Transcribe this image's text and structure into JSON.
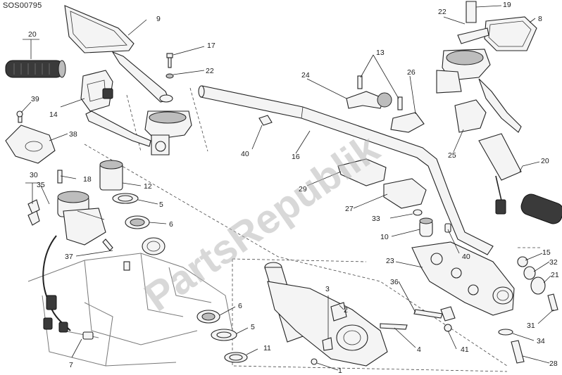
{
  "diagram_code": "SOS00795",
  "watermark": "PartsRepublik",
  "labels": [
    {
      "id": "l1",
      "text": "1"
    },
    {
      "id": "l2",
      "text": "2"
    },
    {
      "id": "l3",
      "text": "3"
    },
    {
      "id": "l4",
      "text": "4"
    },
    {
      "id": "l5a",
      "text": "5"
    },
    {
      "id": "l5b",
      "text": "5"
    },
    {
      "id": "l6a",
      "text": "6"
    },
    {
      "id": "l6b",
      "text": "6"
    },
    {
      "id": "l7",
      "text": "7"
    },
    {
      "id": "l8",
      "text": "8"
    },
    {
      "id": "l9",
      "text": "9"
    },
    {
      "id": "l10",
      "text": "10"
    },
    {
      "id": "l11",
      "text": "11"
    },
    {
      "id": "l12",
      "text": "12"
    },
    {
      "id": "l13",
      "text": "13"
    },
    {
      "id": "l14",
      "text": "14"
    },
    {
      "id": "l15",
      "text": "15"
    },
    {
      "id": "l16",
      "text": "16"
    },
    {
      "id": "l17",
      "text": "17"
    },
    {
      "id": "l18",
      "text": "18"
    },
    {
      "id": "l19",
      "text": "19"
    },
    {
      "id": "l20a",
      "text": "20"
    },
    {
      "id": "l20b",
      "text": "20"
    },
    {
      "id": "l21",
      "text": "21"
    },
    {
      "id": "l22a",
      "text": "22"
    },
    {
      "id": "l22b",
      "text": "22"
    },
    {
      "id": "l23",
      "text": "23"
    },
    {
      "id": "l24",
      "text": "24"
    },
    {
      "id": "l25",
      "text": "25"
    },
    {
      "id": "l26",
      "text": "26"
    },
    {
      "id": "l27",
      "text": "27"
    },
    {
      "id": "l28",
      "text": "28"
    },
    {
      "id": "l29",
      "text": "29"
    },
    {
      "id": "l30",
      "text": "30"
    },
    {
      "id": "l31",
      "text": "31"
    },
    {
      "id": "l32",
      "text": "32"
    },
    {
      "id": "l33",
      "text": "33"
    },
    {
      "id": "l34",
      "text": "34"
    },
    {
      "id": "l35",
      "text": "35"
    },
    {
      "id": "l36",
      "text": "36"
    },
    {
      "id": "l37",
      "text": "37"
    },
    {
      "id": "l38",
      "text": "38"
    },
    {
      "id": "l39",
      "text": "39"
    },
    {
      "id": "l40a",
      "text": "40"
    },
    {
      "id": "l40b",
      "text": "40"
    },
    {
      "id": "l41",
      "text": "41"
    }
  ]
}
